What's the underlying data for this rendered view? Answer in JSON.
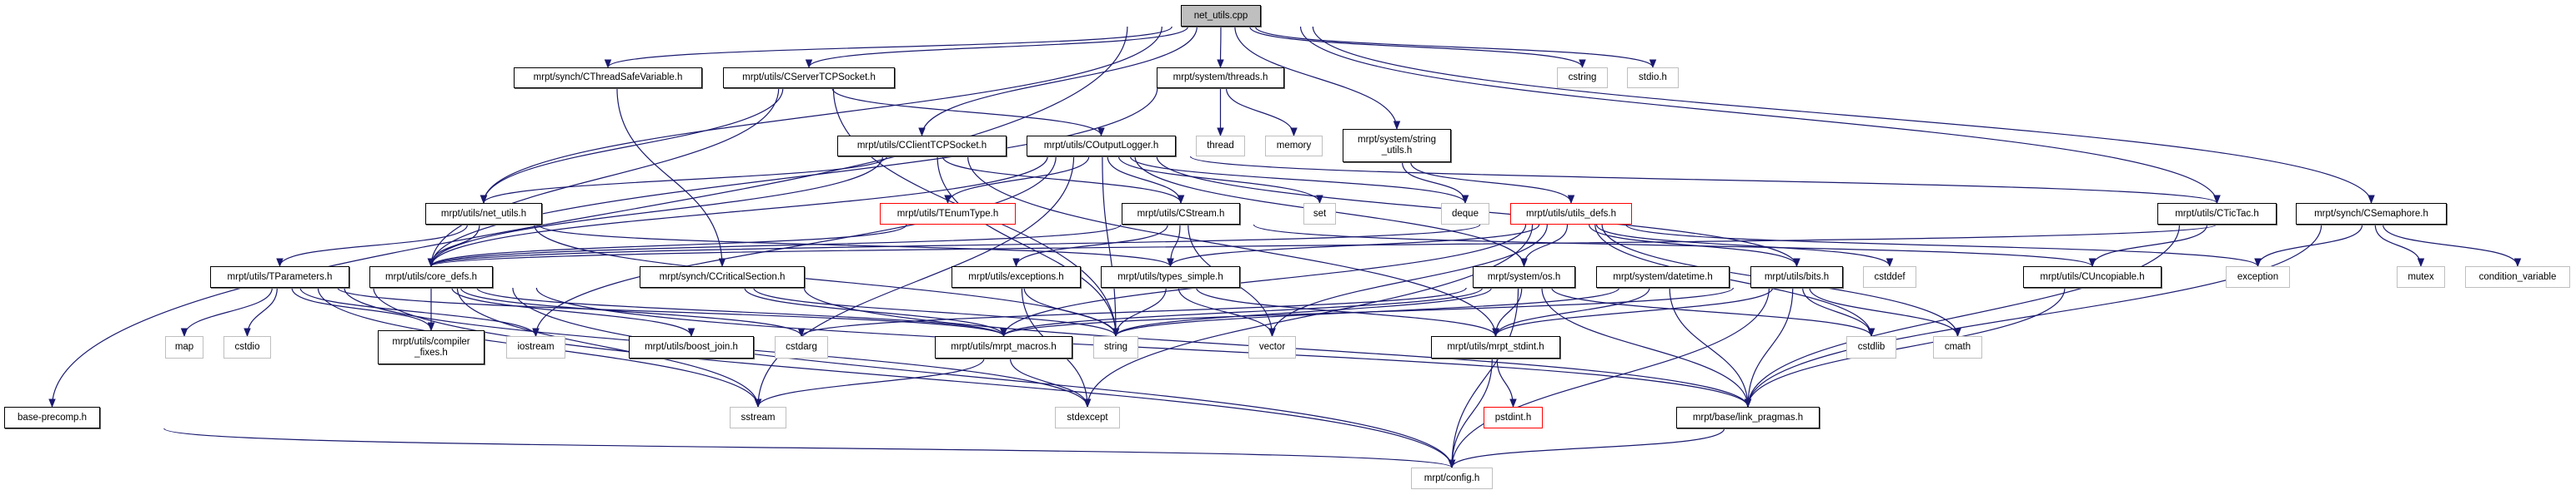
{
  "title": "net_utils.cpp",
  "colors": {
    "edge": "#191970",
    "root_fill": "#bfbfbf",
    "external_border": "#bfbfbf",
    "missing_border": "#ff0000"
  },
  "nodes": [
    {
      "id": "root",
      "label": "net_utils.cpp",
      "kind": "root"
    },
    {
      "id": "base_precomp",
      "label": "base-precomp.h",
      "kind": "normal"
    },
    {
      "id": "ctsv",
      "label": "mrpt/synch/CThreadSafeVariable.h",
      "kind": "normal"
    },
    {
      "id": "cserver",
      "label": "mrpt/utils/CServerTCPSocket.h",
      "kind": "normal"
    },
    {
      "id": "threads",
      "label": "mrpt/system/threads.h",
      "kind": "normal"
    },
    {
      "id": "cstring",
      "label": "cstring",
      "kind": "external"
    },
    {
      "id": "stdio",
      "label": "stdio.h",
      "kind": "external"
    },
    {
      "id": "cclient",
      "label": "mrpt/utils/CClientTCPSocket.h",
      "kind": "normal"
    },
    {
      "id": "coutlog",
      "label": "mrpt/utils/COutputLogger.h",
      "kind": "normal"
    },
    {
      "id": "thread",
      "label": "thread",
      "kind": "external"
    },
    {
      "id": "memory",
      "label": "memory",
      "kind": "external"
    },
    {
      "id": "strutils",
      "label": "mrpt/system/string\n_utils.h",
      "kind": "normal"
    },
    {
      "id": "netutils_h",
      "label": "mrpt/utils/net_utils.h",
      "kind": "normal"
    },
    {
      "id": "tenum",
      "label": "mrpt/utils/TEnumType.h",
      "kind": "red"
    },
    {
      "id": "cstream",
      "label": "mrpt/utils/CStream.h",
      "kind": "normal"
    },
    {
      "id": "set",
      "label": "set",
      "kind": "external"
    },
    {
      "id": "deque",
      "label": "deque",
      "kind": "external"
    },
    {
      "id": "utilsdefs",
      "label": "mrpt/utils/utils_defs.h",
      "kind": "red"
    },
    {
      "id": "ctictac",
      "label": "mrpt/utils/CTicTac.h",
      "kind": "normal"
    },
    {
      "id": "csem",
      "label": "mrpt/synch/CSemaphore.h",
      "kind": "normal"
    },
    {
      "id": "tparams",
      "label": "mrpt/utils/TParameters.h",
      "kind": "normal"
    },
    {
      "id": "coredefs",
      "label": "mrpt/utils/core_defs.h",
      "kind": "normal"
    },
    {
      "id": "ccrit",
      "label": "mrpt/synch/CCriticalSection.h",
      "kind": "normal"
    },
    {
      "id": "exceptions",
      "label": "mrpt/utils/exceptions.h",
      "kind": "normal"
    },
    {
      "id": "typessimple",
      "label": "mrpt/utils/types_simple.h",
      "kind": "normal"
    },
    {
      "id": "os",
      "label": "mrpt/system/os.h",
      "kind": "normal"
    },
    {
      "id": "datetime",
      "label": "mrpt/system/datetime.h",
      "kind": "normal"
    },
    {
      "id": "bits",
      "label": "mrpt/utils/bits.h",
      "kind": "normal"
    },
    {
      "id": "cstddef",
      "label": "cstddef",
      "kind": "external"
    },
    {
      "id": "cuncop",
      "label": "mrpt/utils/CUncopiable.h",
      "kind": "normal"
    },
    {
      "id": "exception",
      "label": "exception",
      "kind": "external"
    },
    {
      "id": "mutex",
      "label": "mutex",
      "kind": "external"
    },
    {
      "id": "condvar",
      "label": "condition_variable",
      "kind": "external"
    },
    {
      "id": "map",
      "label": "map",
      "kind": "external"
    },
    {
      "id": "cstdio",
      "label": "cstdio",
      "kind": "external"
    },
    {
      "id": "compfix",
      "label": "mrpt/utils/compiler\n_fixes.h",
      "kind": "normal"
    },
    {
      "id": "iostream",
      "label": "iostream",
      "kind": "external"
    },
    {
      "id": "boostjoin",
      "label": "mrpt/utils/boost_join.h",
      "kind": "normal"
    },
    {
      "id": "cstdarg",
      "label": "cstdarg",
      "kind": "external"
    },
    {
      "id": "macros",
      "label": "mrpt/utils/mrpt_macros.h",
      "kind": "normal"
    },
    {
      "id": "string",
      "label": "string",
      "kind": "external"
    },
    {
      "id": "vector",
      "label": "vector",
      "kind": "external"
    },
    {
      "id": "stdint",
      "label": "mrpt/utils/mrpt_stdint.h",
      "kind": "normal"
    },
    {
      "id": "cstdlib",
      "label": "cstdlib",
      "kind": "external"
    },
    {
      "id": "cmath",
      "label": "cmath",
      "kind": "external"
    },
    {
      "id": "sstream",
      "label": "sstream",
      "kind": "external"
    },
    {
      "id": "stdexcept",
      "label": "stdexcept",
      "kind": "external"
    },
    {
      "id": "pstdint",
      "label": "pstdint.h",
      "kind": "red"
    },
    {
      "id": "linkprag",
      "label": "mrpt/base/link_pragmas.h",
      "kind": "normal"
    },
    {
      "id": "config",
      "label": "mrpt/config.h",
      "kind": "external"
    }
  ],
  "edges": [
    [
      "root",
      "base_precomp"
    ],
    [
      "root",
      "ctsv"
    ],
    [
      "root",
      "cserver"
    ],
    [
      "root",
      "netutils_h"
    ],
    [
      "root",
      "threads"
    ],
    [
      "root",
      "cclient"
    ],
    [
      "root",
      "strutils"
    ],
    [
      "root",
      "cstring"
    ],
    [
      "root",
      "stdio"
    ],
    [
      "root",
      "ctictac"
    ],
    [
      "root",
      "csem"
    ],
    [
      "ctsv",
      "ccrit"
    ],
    [
      "cserver",
      "netutils_h"
    ],
    [
      "cserver",
      "coredefs"
    ],
    [
      "cserver",
      "coutlog"
    ],
    [
      "cserver",
      "string"
    ],
    [
      "threads",
      "coredefs"
    ],
    [
      "threads",
      "thread"
    ],
    [
      "threads",
      "memory"
    ],
    [
      "cclient",
      "netutils_h"
    ],
    [
      "cclient",
      "coredefs"
    ],
    [
      "cclient",
      "cstream"
    ],
    [
      "cclient",
      "string"
    ],
    [
      "cclient",
      "stdint"
    ],
    [
      "coutlog",
      "tenum"
    ],
    [
      "coutlog",
      "cstream"
    ],
    [
      "coutlog",
      "coredefs"
    ],
    [
      "coutlog",
      "set"
    ],
    [
      "coutlog",
      "deque"
    ],
    [
      "coutlog",
      "string"
    ],
    [
      "coutlog",
      "ctictac"
    ],
    [
      "coutlog",
      "os"
    ],
    [
      "coutlog",
      "bits"
    ],
    [
      "coutlog",
      "iostream"
    ],
    [
      "coutlog",
      "sstream"
    ],
    [
      "strutils",
      "deque"
    ],
    [
      "strutils",
      "utilsdefs"
    ],
    [
      "netutils_h",
      "tparams"
    ],
    [
      "netutils_h",
      "coredefs"
    ],
    [
      "netutils_h",
      "typessimple"
    ],
    [
      "netutils_h",
      "string"
    ],
    [
      "tenum",
      "coredefs"
    ],
    [
      "cstream",
      "coredefs"
    ],
    [
      "cstream",
      "exceptions"
    ],
    [
      "cstream",
      "typessimple"
    ],
    [
      "cstream",
      "vector"
    ],
    [
      "cstream",
      "cuncop"
    ],
    [
      "utilsdefs",
      "coredefs"
    ],
    [
      "utilsdefs",
      "typessimple"
    ],
    [
      "utilsdefs",
      "bits"
    ],
    [
      "utilsdefs",
      "os"
    ],
    [
      "utilsdefs",
      "vector"
    ],
    [
      "utilsdefs",
      "cstddef"
    ],
    [
      "utilsdefs",
      "cstdlib"
    ],
    [
      "utilsdefs",
      "cmath"
    ],
    [
      "utilsdefs",
      "exception"
    ],
    [
      "utilsdefs",
      "stdexcept"
    ],
    [
      "utilsdefs",
      "macros"
    ],
    [
      "ctictac",
      "cuncop"
    ],
    [
      "ctictac",
      "linkprag"
    ],
    [
      "csem",
      "coredefs"
    ],
    [
      "csem",
      "exception"
    ],
    [
      "csem",
      "mutex"
    ],
    [
      "csem",
      "condvar"
    ],
    [
      "csem",
      "linkprag"
    ],
    [
      "tparams",
      "map"
    ],
    [
      "tparams",
      "cstdio"
    ],
    [
      "tparams",
      "compfix"
    ],
    [
      "tparams",
      "iostream"
    ],
    [
      "tparams",
      "sstream"
    ],
    [
      "tparams",
      "macros"
    ],
    [
      "tparams",
      "stdexcept"
    ],
    [
      "tparams",
      "config"
    ],
    [
      "coredefs",
      "compfix"
    ],
    [
      "coredefs",
      "boostjoin"
    ],
    [
      "coredefs",
      "macros"
    ],
    [
      "coredefs",
      "linkprag"
    ],
    [
      "coredefs",
      "config"
    ],
    [
      "coredefs",
      "cstdarg"
    ],
    [
      "coredefs",
      "sstream"
    ],
    [
      "ccrit",
      "macros"
    ],
    [
      "ccrit",
      "string"
    ],
    [
      "ccrit",
      "linkprag"
    ],
    [
      "exceptions",
      "string"
    ],
    [
      "exceptions",
      "stdexcept"
    ],
    [
      "typessimple",
      "string"
    ],
    [
      "typessimple",
      "vector"
    ],
    [
      "typessimple",
      "stdint"
    ],
    [
      "os",
      "macros"
    ],
    [
      "os",
      "stdint"
    ],
    [
      "os",
      "cstdarg"
    ],
    [
      "os",
      "cstdlib"
    ],
    [
      "os",
      "linkprag"
    ],
    [
      "os",
      "config"
    ],
    [
      "os",
      "string"
    ],
    [
      "datetime",
      "stdint"
    ],
    [
      "datetime",
      "linkprag"
    ],
    [
      "datetime",
      "string"
    ],
    [
      "bits",
      "macros"
    ],
    [
      "bits",
      "stdint"
    ],
    [
      "bits",
      "cmath"
    ],
    [
      "bits",
      "cstdlib"
    ],
    [
      "bits",
      "linkprag"
    ],
    [
      "bits",
      "config"
    ],
    [
      "cuncop",
      "linkprag"
    ],
    [
      "macros",
      "stdexcept"
    ],
    [
      "macros",
      "sstream"
    ],
    [
      "stdint",
      "pstdint"
    ],
    [
      "stdint",
      "config"
    ],
    [
      "linkprag",
      "config"
    ],
    [
      "base_precomp",
      "config"
    ]
  ]
}
